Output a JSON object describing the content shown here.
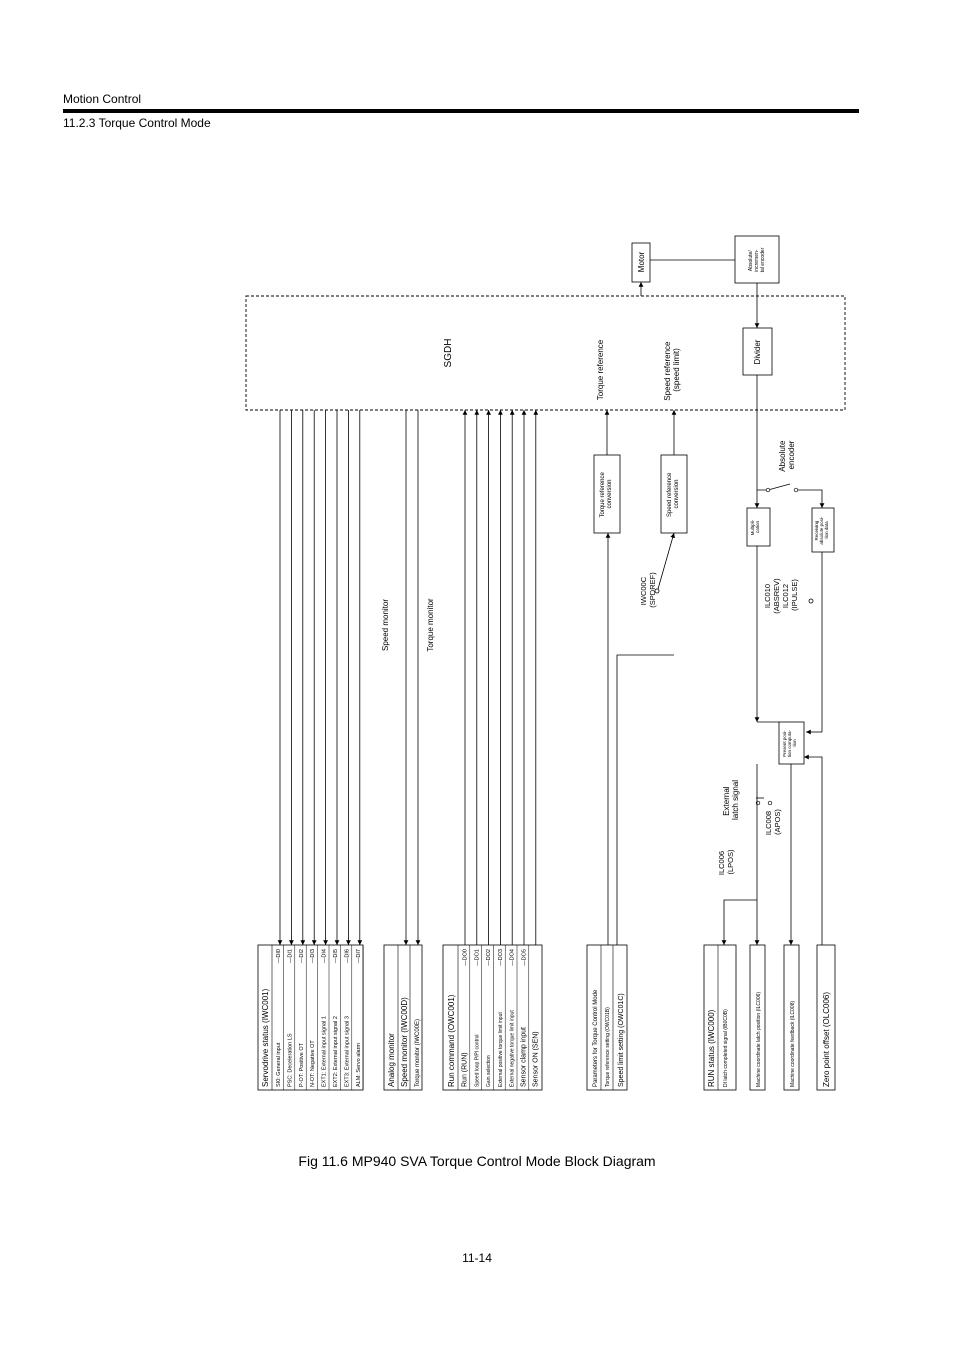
{
  "header": {
    "section": "Motion Control",
    "subsection": "11.2.3  Torque Control Mode"
  },
  "caption": "Fig 11.6  MP940 SVA Torque Control Mode Block Diagram",
  "page_number": "11-14",
  "diagram": {
    "motor": "Motor",
    "encoder": [
      "Absolute/",
      "incremen-",
      "tal encoder"
    ],
    "sgdh": "SGDH",
    "divider": "Divider",
    "torque_reference": "Torque reference",
    "speed_reference": [
      "Speed reference",
      "(speed limit)"
    ],
    "torque_conversion": [
      "Torque reference",
      "conversion"
    ],
    "speed_conversion": [
      "Speed reference",
      "conversion"
    ],
    "iwc00c": [
      "IWC00C",
      "(SPDREF)"
    ],
    "absolute_encoder": [
      "Absolute",
      "encoder"
    ],
    "multiplication": [
      "Multipli-",
      "cation"
    ],
    "receiving_absolute": [
      "Receiving",
      "absolute posi-",
      "tion data"
    ],
    "ilc010": [
      "ILC010",
      "(ABSREV)",
      "ILC012",
      "(IPULSE)"
    ],
    "present_position": [
      "Present posi-",
      "tion computa-",
      "tion"
    ],
    "external_latch": [
      "External",
      "latch signal"
    ],
    "ilc008": [
      "ILC008",
      "(APOS)"
    ],
    "ilc006": [
      "ILC006",
      "(LPOS)"
    ],
    "speed_monitor": "Speed monitor",
    "torque_monitor": "Torque monitor",
    "servo_status": {
      "title": "Servodrive status (IWC001)",
      "rows": [
        {
          "label": "SI0: General input",
          "bit": "—DI0"
        },
        {
          "label": "PSC: Deceleration LS",
          "bit": "—DI1"
        },
        {
          "label": "P-OT: Positive OT",
          "bit": "—DI2"
        },
        {
          "label": "N-OT: Negative OT",
          "bit": "—DI3"
        },
        {
          "label": "EXT1: External input signal 1",
          "bit": "—DI4"
        },
        {
          "label": "EXT2: External input signal 2",
          "bit": "—DI5"
        },
        {
          "label": "EXT3: External input signal 3",
          "bit": "—DI6"
        },
        {
          "label": "ALM: Servo alarm",
          "bit": "—DI7"
        }
      ]
    },
    "analog_monitor": {
      "title": "Analog monitor",
      "rows": [
        "Speed monitor (IWC00D)",
        "Torque monitor (IWC00E)"
      ]
    },
    "run_command": {
      "title": "Run command (OWC001)",
      "rows": [
        {
          "label": "Run (RUN)",
          "bit": "—DO0"
        },
        {
          "label": "Speed loop P/PI control",
          "bit": "—DO1"
        },
        {
          "label": "Gain selection",
          "bit": "—DO2"
        },
        {
          "label": "External positive torque limit input",
          "bit": "—DO3"
        },
        {
          "label": "External negative torque limit input",
          "bit": "—DO4"
        },
        {
          "label": "Sensor clamp input",
          "bit": "—DO5"
        },
        {
          "label": "Sensor ON (SEN)",
          "bit": ""
        }
      ]
    },
    "parameters": {
      "title": "Parameters for Torque Control Mode",
      "rows": [
        "Torque reference setting (OWC01B)",
        "Speed limit setting (OWC01C)"
      ]
    },
    "run_status": {
      "title": "RUN status (IWC000)",
      "row": "DI latch completed signal (IB0C0B)"
    },
    "latch_position": "Machine coordinate latch position (ILC006)",
    "feedback_position": "Machine coordinate feedback (ILC008)",
    "zero_offset": "Zero point offset (OLC006)"
  }
}
